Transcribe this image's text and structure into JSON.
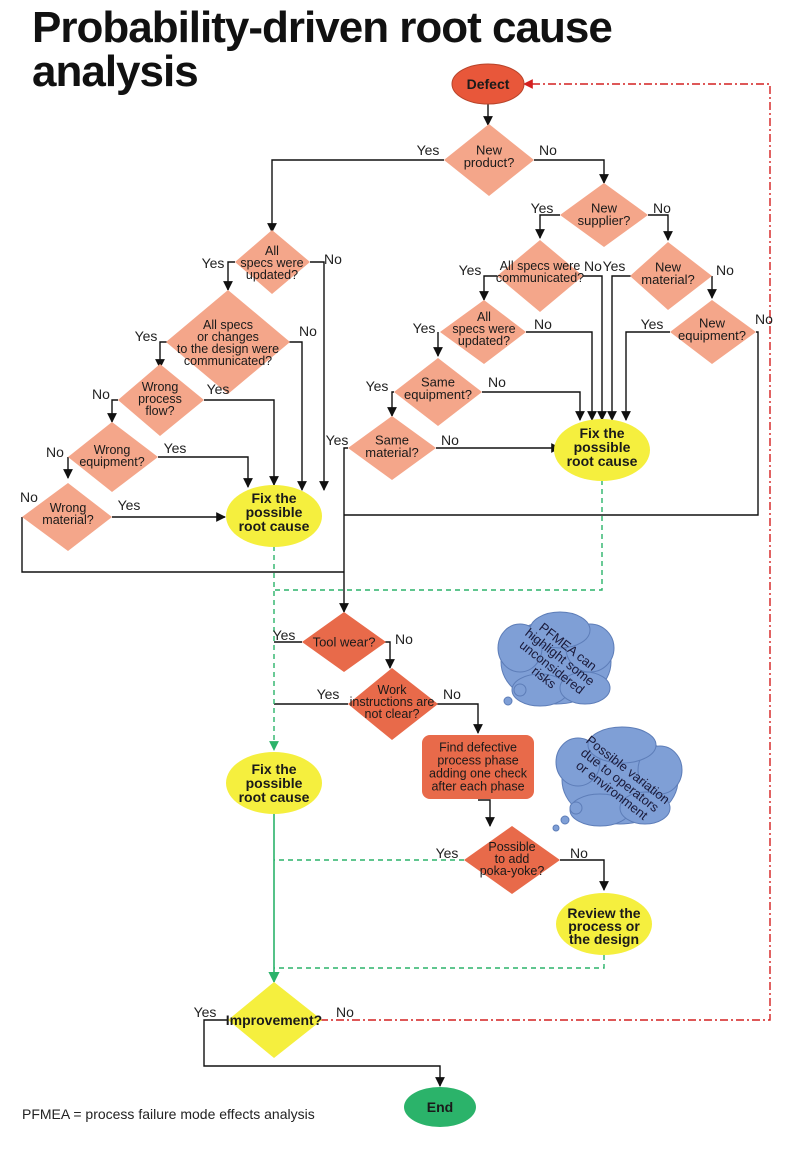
{
  "title": "Probability-driven root cause analysis",
  "footnote": "PFMEA = process failure mode effects analysis",
  "colors": {
    "start_end_red": "#e8573a",
    "decision_light": "#f4a68a",
    "decision_dark": "#e86a4a",
    "fix_yellow": "#f5ef3e",
    "cloud_blue": "#7f9fd6",
    "end_green": "#2bb36a",
    "loop_red": "#d42020",
    "dashed_green": "#2bb36a"
  },
  "nodes": {
    "defect": [
      "Defect"
    ],
    "new_product": [
      "New",
      "product?"
    ],
    "all_specs_updated_left": [
      "All",
      "specs were",
      "updated?"
    ],
    "specs_changes_communicated": [
      "All specs",
      "or changes",
      "to the design were",
      "communicated?"
    ],
    "wrong_process_flow": [
      "Wrong",
      "process",
      "flow?"
    ],
    "wrong_equipment": [
      "Wrong",
      "equipment?"
    ],
    "wrong_material": [
      "Wrong",
      "material?"
    ],
    "fix_left": [
      "Fix the",
      "possible",
      "root cause"
    ],
    "new_supplier": [
      "New",
      "supplier?"
    ],
    "specs_communicated_right": [
      "All specs were",
      "communicated?"
    ],
    "new_material": [
      "New",
      "material?"
    ],
    "all_specs_updated_right": [
      "All",
      "specs were",
      "updated?"
    ],
    "new_equipment": [
      "New",
      "equipment?"
    ],
    "same_equipment": [
      "Same",
      "equipment?"
    ],
    "same_material": [
      "Same",
      "material?"
    ],
    "fix_right": [
      "Fix the",
      "possible",
      "root cause"
    ],
    "tool_wear": [
      "Tool wear?"
    ],
    "work_instructions": [
      "Work",
      "instructions are",
      "not clear?"
    ],
    "fix_middle": [
      "Fix the",
      "possible",
      "root cause"
    ],
    "find_defective": [
      "Find defective",
      "process phase",
      "adding one check",
      "after each phase"
    ],
    "poka_yoke": [
      "Possible",
      "to add",
      "poka-yoke?"
    ],
    "review_process": [
      "Review the",
      "process or",
      "the design"
    ],
    "improvement": [
      "Improvement?"
    ],
    "end": [
      "End"
    ]
  },
  "clouds": {
    "pfmea_risks": [
      "PFMEA can",
      "highlight some",
      "unconsidered",
      "risks"
    ],
    "variation": [
      "Possible variation",
      "due to operators",
      "or environment"
    ]
  },
  "edge_labels": {
    "yes": "Yes",
    "no": "No"
  }
}
